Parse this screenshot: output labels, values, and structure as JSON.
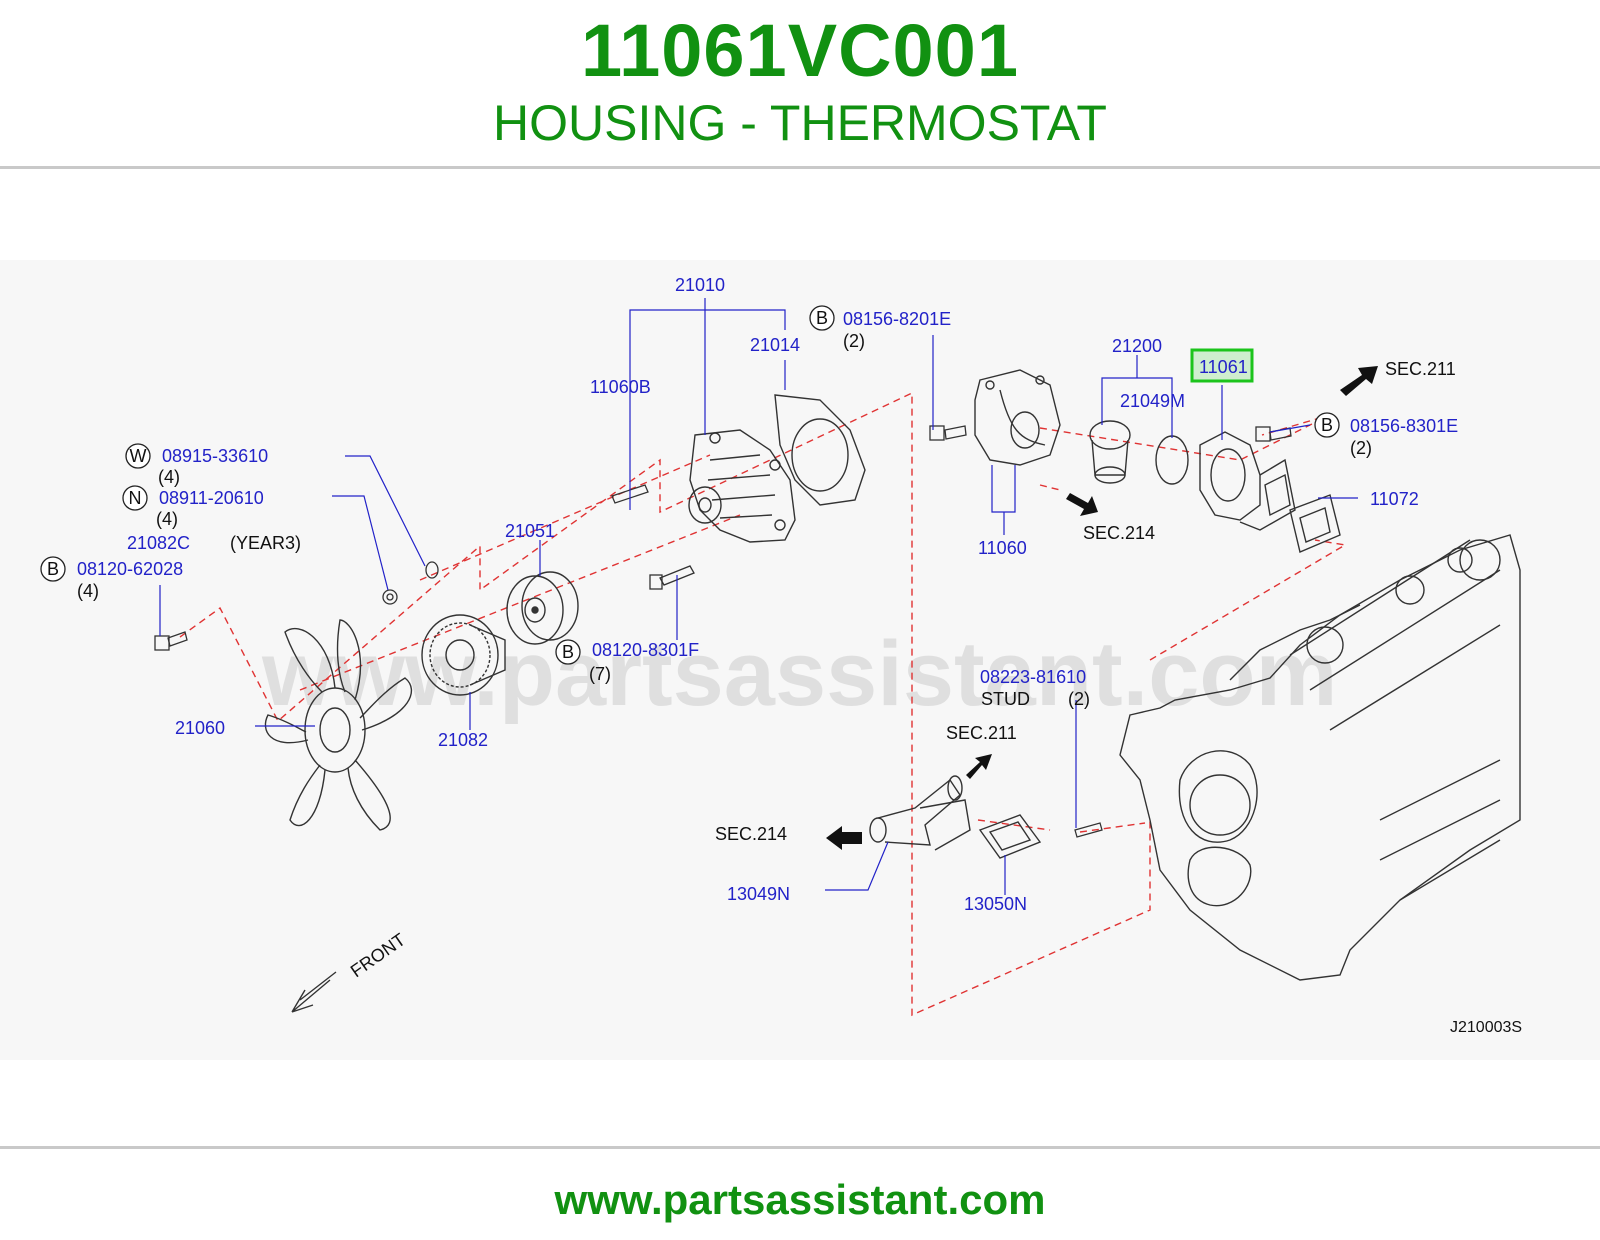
{
  "header": {
    "part_number": "11061VC001",
    "description": "HOUSING - THERMOSTAT"
  },
  "footer": {
    "url": "www.partsassistant.com"
  },
  "diagram": {
    "watermark": "www.partsassistant.com",
    "code": "J210003S",
    "front_label": "FRONT",
    "highlighted_part": "11061",
    "callouts": {
      "p21010": "21010",
      "p21014": "21014",
      "p11060B": "11060B",
      "p08156_8201E": "08156-8201E",
      "p08156_8201E_qty": "(2)",
      "p21200": "21200",
      "p11061": "11061",
      "sec211_top": "SEC.211",
      "p21049M": "21049M",
      "p08156_8301E": "08156-8301E",
      "p08156_8301E_qty": "(2)",
      "p11072": "11072",
      "p11060": "11060",
      "sec214_top": "SEC.214",
      "p08915_33610": "08915-33610",
      "p08915_qty": "(4)",
      "p08911_20610": "08911-20610",
      "p08911_qty": "(4)",
      "p21082C": "21082C",
      "year3": "(YEAR3)",
      "p08120_62028": "08120-62028",
      "p08120_62028_qty": "(4)",
      "p21051": "21051",
      "p08120_8301F": "08120-8301F",
      "p08120_8301F_qty": "(7)",
      "p21060": "21060",
      "p21082": "21082",
      "p08223_81610": "08223-81610",
      "stud": "STUD",
      "stud_qty": "(2)",
      "sec211_mid": "SEC.211",
      "sec214_left": "SEC.214",
      "p13049N": "13049N",
      "p13050N": "13050N"
    },
    "badges": {
      "b1": "B",
      "b2": "B",
      "w": "W",
      "n": "N",
      "b3": "B",
      "b4": "B"
    },
    "colors": {
      "part_label": "#2222c8",
      "text": "#111111",
      "highlight_border": "#1cc41c",
      "highlight_fill": "#cfeecf",
      "dash": "#e03333",
      "brand_green": "#119111"
    }
  }
}
